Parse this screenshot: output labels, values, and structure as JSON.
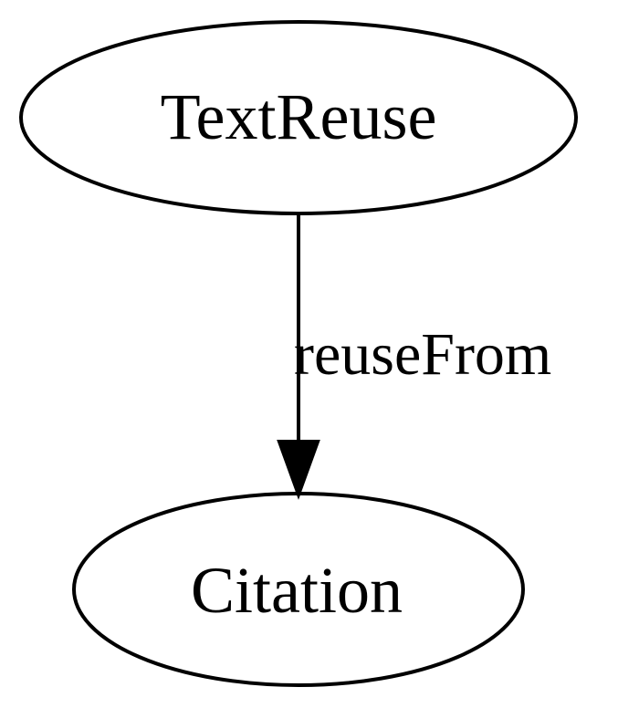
{
  "diagram": {
    "nodes": [
      {
        "id": "textreuse",
        "label": "TextReuse"
      },
      {
        "id": "citation",
        "label": "Citation"
      }
    ],
    "edges": [
      {
        "from": "textreuse",
        "to": "citation",
        "label": "reuseFrom"
      }
    ]
  },
  "colors": {
    "stroke": "#000000",
    "background": "#ffffff"
  }
}
